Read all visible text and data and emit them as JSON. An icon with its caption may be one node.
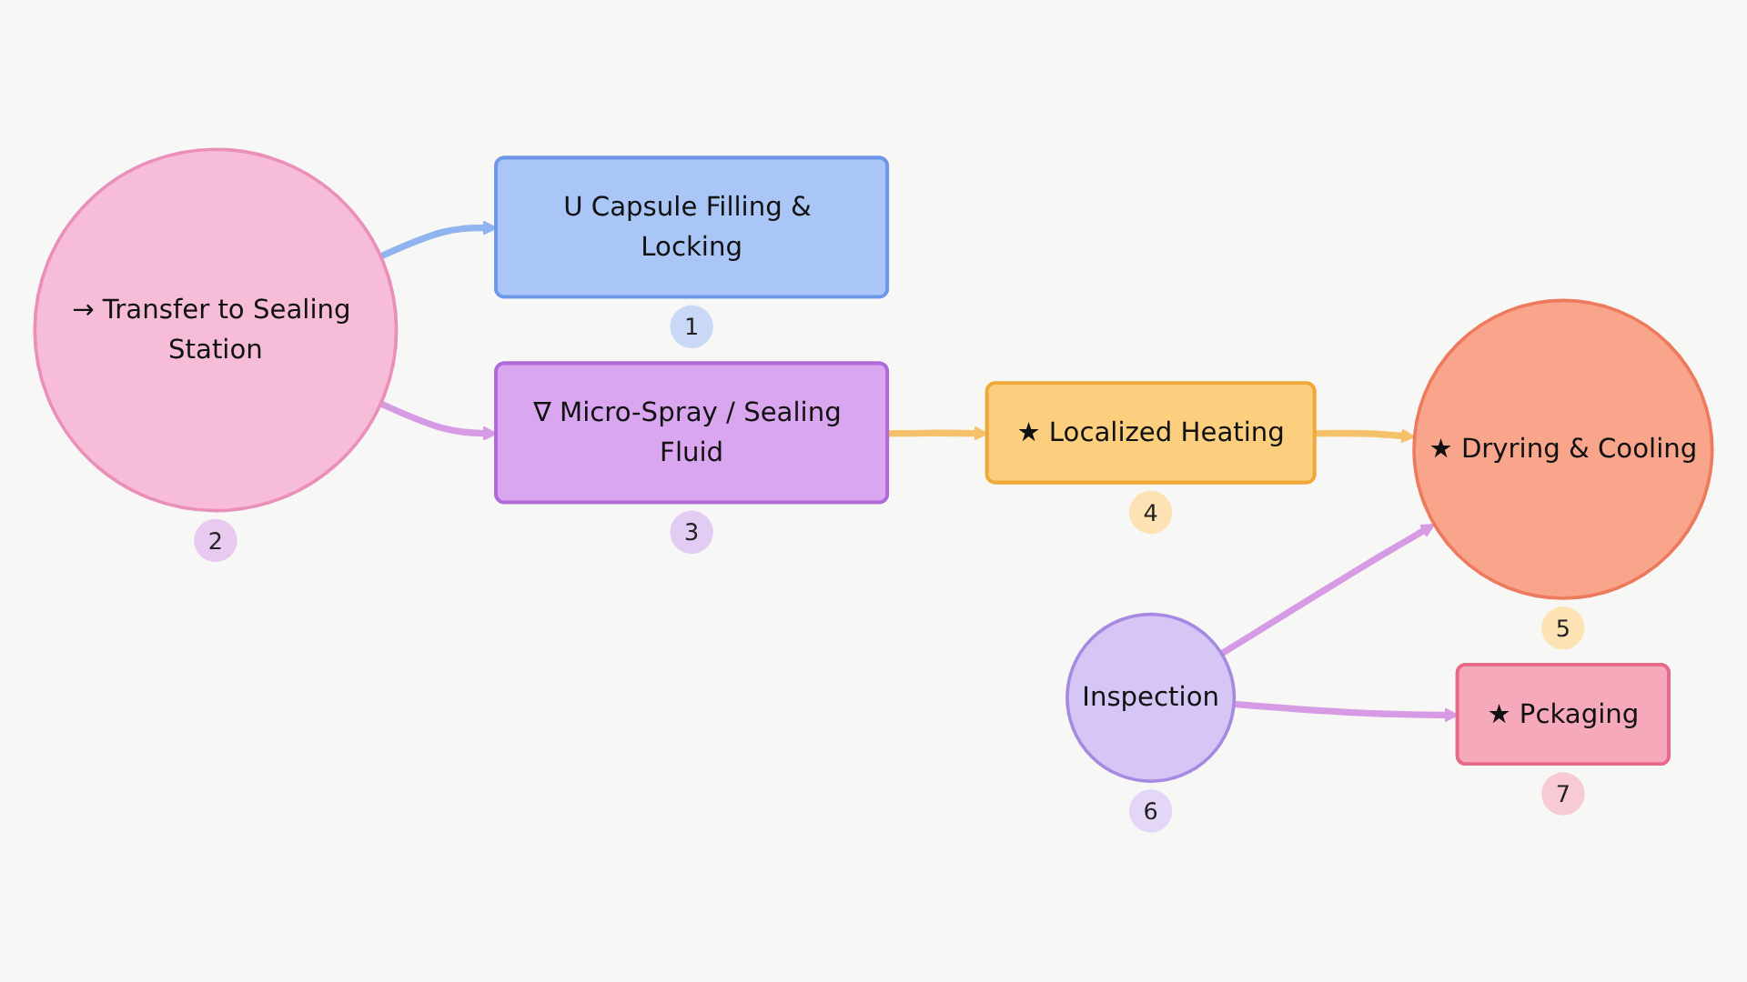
{
  "diagram": {
    "nodes": [
      {
        "text": [
          "U Capsule Filling & Locking"
        ],
        "beside": [
          "1"
        ]
      },
      {
        "text": [
          "→ Transfer to Sealing Station"
        ],
        "beside": [
          "2"
        ]
      },
      {
        "text": [
          "∇ Micro-Spray / Sealing Fluid"
        ],
        "beside": [
          "3"
        ]
      },
      {
        "text": [
          "★ Localized Heating"
        ],
        "beside": [
          "4"
        ]
      },
      {
        "text": [
          "★ Dryring & Cooling"
        ],
        "beside": [
          "5"
        ]
      },
      {
        "text": [
          "Inspection"
        ],
        "beside": [
          "6"
        ]
      },
      {
        "text": [
          "★ Pckaging"
        ],
        "beside": [
          "7"
        ]
      }
    ],
    "edges": [
      {
        "from": 1,
        "to": 0,
        "arrow": "to",
        "color": "#8fb4f0"
      },
      {
        "from": 1,
        "to": 2,
        "arrow": "to"
      },
      {
        "from": 2,
        "to": 3,
        "arrow": "to",
        "color": "#f5c26b"
      },
      {
        "from": 3,
        "to": 4,
        "arrow": "to",
        "color": "#f5c26b"
      },
      {
        "from": 5,
        "to": 4,
        "arrow": "to"
      },
      {
        "from": 5,
        "to": 6,
        "arrow": "to"
      }
    ]
  }
}
